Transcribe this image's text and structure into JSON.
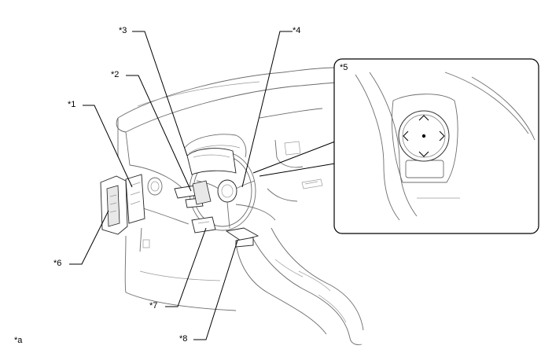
{
  "callouts": {
    "c1": "*1",
    "c2": "*2",
    "c3": "*3",
    "c4": "*4",
    "c5": "*5",
    "c6": "*6",
    "c7": "*7",
    "c8": "*8",
    "ca": "*a"
  },
  "icons": [
    "steering-wheel-icon",
    "dashboard-icon",
    "switch-pad-icon",
    "arrow-up-icon",
    "arrow-down-icon",
    "arrow-left-icon",
    "arrow-right-icon"
  ],
  "colors": {
    "line": "#000000",
    "outline": "#6d6d6d",
    "background": "#ffffff"
  }
}
